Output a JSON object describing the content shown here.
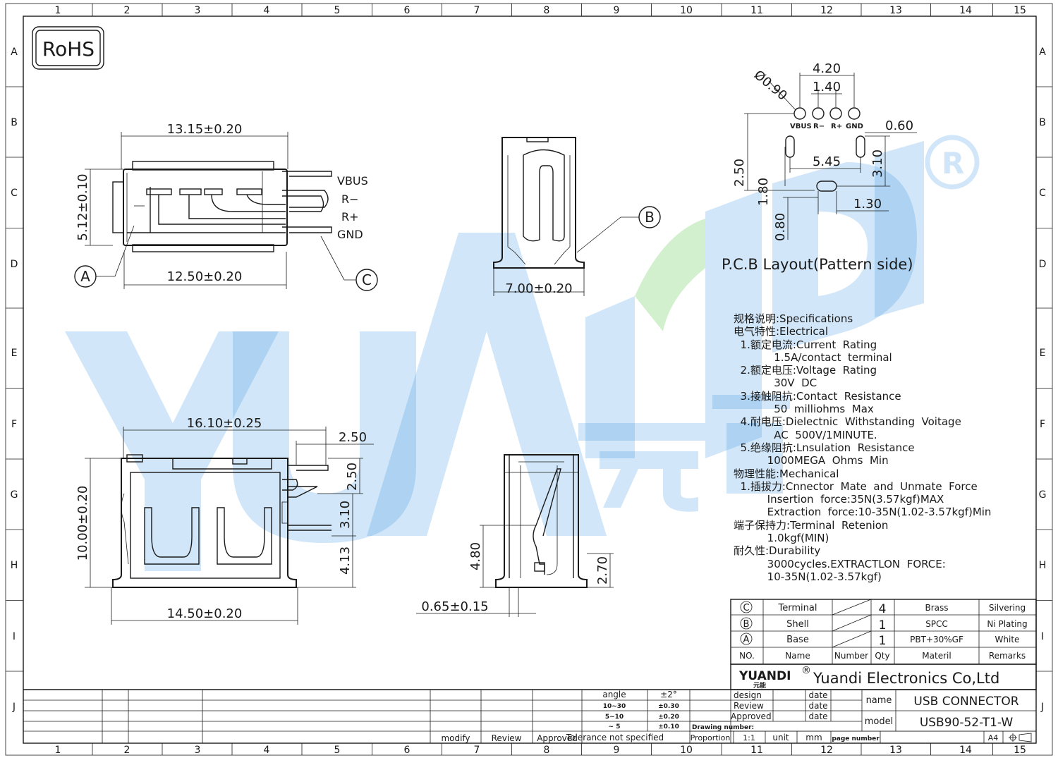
{
  "colors": {
    "ink": "#1a1a1a",
    "watermark_blue": "#2f8ee0",
    "watermark_green": "#5cc850"
  },
  "frame": {
    "columns": [
      "1",
      "2",
      "3",
      "4",
      "5",
      "6",
      "7",
      "8",
      "9",
      "10",
      "11",
      "12",
      "13",
      "14",
      "15"
    ],
    "rows": [
      "A",
      "B",
      "C",
      "D",
      "E",
      "F",
      "G",
      "H",
      "I",
      "J"
    ]
  },
  "rohs": "RoHS",
  "watermark": {
    "text": "YUANDI",
    "cn": "元能",
    "registered": "®"
  },
  "pins": {
    "vbus": "VBUS",
    "rminus": "R−",
    "rplus": "R+",
    "gnd": "GND"
  },
  "callouts": {
    "a": "A",
    "b": "B",
    "c": "C"
  },
  "dims": {
    "top_width": "13.15±0.20",
    "top_height": "5.12±0.10",
    "top_bottom": "12.50±0.20",
    "side_width": "7.00±0.20",
    "front_width": "16.10±0.25",
    "front_tab": "2.50",
    "front_height": "10.00±0.20",
    "front_r1": "2.50",
    "front_r2": "3.10",
    "front_r3": "4.13",
    "front_bottom": "14.50±0.20",
    "end_h1": "4.80",
    "end_h2": "2.70",
    "end_w": "0.65±0.15"
  },
  "pcb": {
    "title": "P.C.B  Layout(Pattern  side)",
    "hole": "Ø0.90",
    "d420": "4.20",
    "d140": "1.40",
    "d060": "0.60",
    "d250": "2.50",
    "d545": "5.45",
    "d310": "3.10",
    "d180": "1.80",
    "d130": "1.30",
    "d080": "0.80",
    "pin_labels": [
      "VBUS",
      "R−",
      "R+",
      "GND"
    ]
  },
  "specs": [
    "规格说明:Specifications",
    "电气特性:Electrical",
    "  1.额定电流:Current  Rating",
    "            1.5A/contact  terminal",
    "  2.额定电压:Voltage  Rating",
    "            30V  DC",
    "  3.接触阻抗:Contact  Resistance",
    "            50  milliohms  Max",
    "  4.耐电压:Dielectnic  Withstanding  Voitage",
    "            AC  500V/1MINUTE.",
    "  5.绝缘阻抗:Lnsulation  Resistance",
    "          1000MEGA  Ohms  Min",
    "物理性能:Mechanical",
    "  1.插拔力:Cnnector  Mate  and  Unmate  Force",
    "          Insertion  force:35N(3.57kgf)MAX",
    "          Extraction  force:10-35N(1.02-3.57kgf)Min",
    "端子保持力:Terminal  Retenion",
    "          1.0kgf(MIN)",
    "耐久性:Durability",
    "          3000cycles.EXTRACTLON  FORCE:",
    "          10-35N(1.02-3.57kgf)"
  ],
  "bom": {
    "rows": [
      {
        "no": "C",
        "name": "Terminal",
        "qty": "4",
        "material": "Brass",
        "remarks": "Silvering"
      },
      {
        "no": "B",
        "name": "Shell",
        "qty": "1",
        "material": "SPCC",
        "remarks": "Ni  Plating"
      },
      {
        "no": "A",
        "name": "Base",
        "qty": "1",
        "material": "PBT+30%GF",
        "remarks": "White"
      }
    ],
    "header": {
      "no": "NO.",
      "name": "Name",
      "number": "Number",
      "qty": "Qty",
      "material": "Materil",
      "remarks": "Remarks"
    }
  },
  "title_block": {
    "logo": "YUANDI",
    "logo_cn": "元能",
    "registered": "®",
    "company": "Yuandi Electronics Co,Ltd",
    "design": "design",
    "review": "Review",
    "approved": "Approved",
    "date": "date",
    "name_label": "name",
    "name_value": "USB  CONNECTOR",
    "model_label": "model",
    "model_value": "USB90-52-T1-W",
    "drawing_number": "Drawing number:",
    "proportion": "Proportion",
    "proportion_value": "1:1",
    "unit": "unit",
    "unit_value": "mm",
    "page_number": "page number",
    "paper": "A4",
    "tolerance": [
      {
        "label": "angle",
        "value": "±2°"
      },
      {
        "label": "10~30",
        "value": "±0.30"
      },
      {
        "label": "5~10",
        "value": "±0.20"
      },
      {
        "label": "~ 5",
        "value": "±0.10"
      }
    ],
    "tolerance_title": "Tolerance  not  specified",
    "modify": "modify",
    "review2": "Review",
    "approved2": "Approved"
  }
}
